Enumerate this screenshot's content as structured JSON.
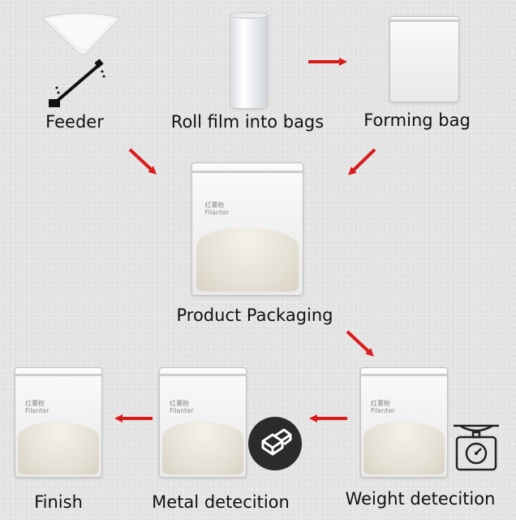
{
  "steps": {
    "feeder": "Feeder",
    "roll_film": "Roll film into bags",
    "forming_bag": "Forming bag",
    "product_packaging": "Product Packaging",
    "weight_detection": "Weight detecition",
    "metal_detection": "Metal detecition",
    "finish": "Finish"
  },
  "bag_brand": {
    "line1": "红薯粉",
    "line2": "Filanter"
  },
  "icons": {
    "feeder": "feeder-icon",
    "metal_detector": "metal-detector-icon",
    "scale": "weighing-scale-icon"
  },
  "colors": {
    "arrow": "#d81c1c",
    "text": "#111111",
    "icon_circle": "#2b2b2b"
  }
}
